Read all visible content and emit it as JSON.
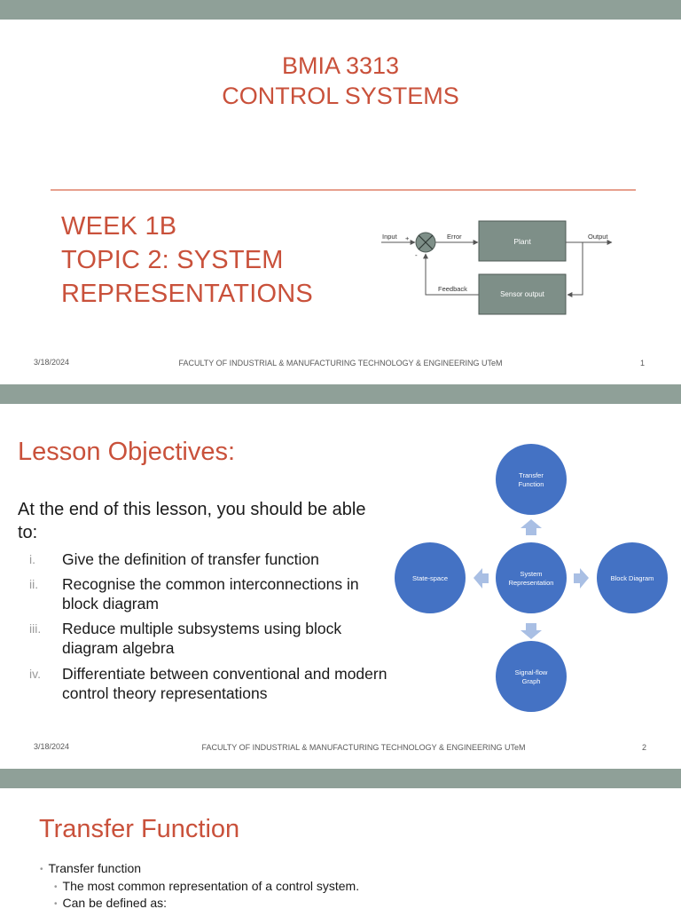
{
  "slide1": {
    "course_code": "BMIA 3313",
    "course_name": "CONTROL SYSTEMS",
    "topic_lines": [
      "WEEK 1B",
      "TOPIC 2: SYSTEM",
      "REPRESENTATIONS"
    ],
    "diagram": {
      "input": "Input",
      "plus": "+",
      "minus": "-",
      "error": "Error",
      "plant": "Plant",
      "output": "Output",
      "feedback": "Feedback",
      "sensor": "Sensor output"
    },
    "footer": {
      "date": "3/18/2024",
      "faculty": "FACULTY OF INDUSTRIAL & MANUFACTURING TECHNOLOGY & ENGINEERING UTeM",
      "page": "1"
    }
  },
  "slide2": {
    "title": "Lesson Objectives:",
    "intro": "At the end of this lesson, you should be able to:",
    "objectives": [
      {
        "num": "i.",
        "text": "Give the definition of transfer function"
      },
      {
        "num": "ii.",
        "text": "Recognise the common interconnections in block diagram"
      },
      {
        "num": "iii.",
        "text": "Reduce multiple subsystems using block diagram algebra"
      },
      {
        "num": "iv.",
        "text": "Differentiate between conventional and modern control theory representations"
      }
    ],
    "diagram": {
      "center": "System Representation",
      "top": "Transfer Function",
      "left": "State-space",
      "right": "Block Diagram",
      "bottom": "Signal-flow Graph"
    },
    "footer": {
      "date": "3/18/2024",
      "faculty": "FACULTY OF INDUSTRIAL & MANUFACTURING TECHNOLOGY & ENGINEERING UTeM",
      "page": "2"
    }
  },
  "slide3": {
    "title": "Transfer Function",
    "bullets": [
      "Transfer function",
      "The most common representation of a control system.",
      "Can be defined as:"
    ]
  },
  "colors": {
    "title": "#c9513b",
    "bar": "#8fa098",
    "block": "#7e8f88",
    "circle": "#4472c4",
    "arrow": "#a9bfe4"
  }
}
